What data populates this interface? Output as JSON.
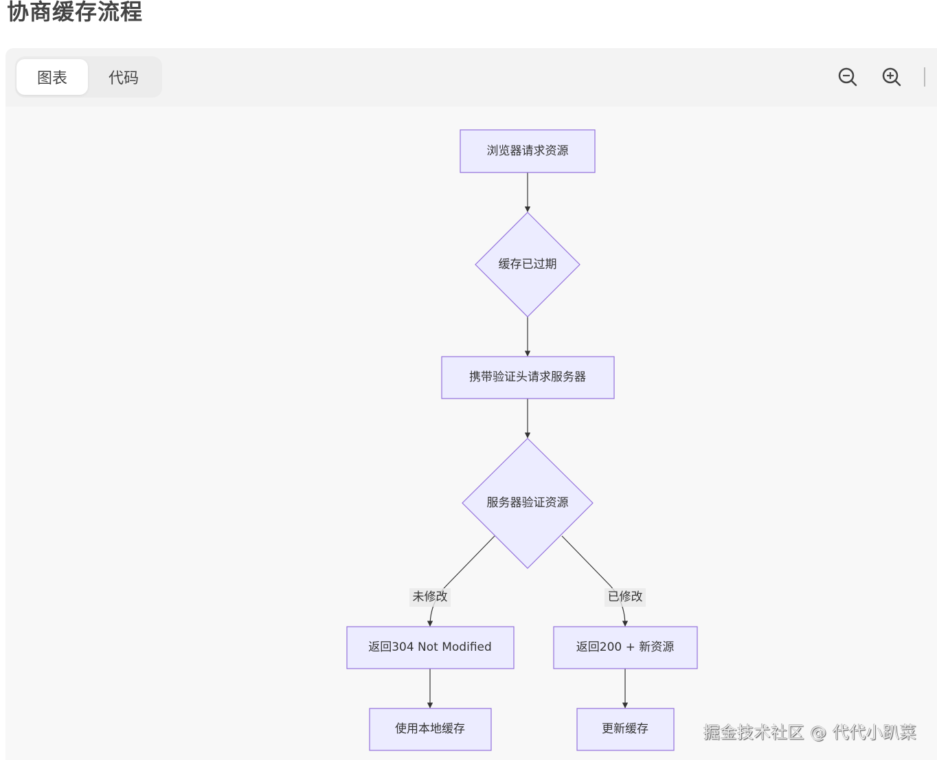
{
  "page_title": "协商缓存流程",
  "tabs": [
    {
      "label": "图表",
      "active": true
    },
    {
      "label": "代码",
      "active": false
    }
  ],
  "toolbar": {
    "zoom_out_icon": "zoom-out-icon",
    "zoom_in_icon": "zoom-in-icon"
  },
  "diagram": {
    "colors": {
      "node_fill": "#ECECFF",
      "node_stroke": "#9370DB",
      "edge": "#333333"
    },
    "nodes": {
      "browser_request": "浏览器请求资源",
      "cache_expired": "缓存已过期",
      "request_with_headers": "携带验证头请求服务器",
      "server_validate": "服务器验证资源",
      "return_304": "返回304 Not Modified",
      "return_200": "返回200 + 新资源",
      "use_local_cache": "使用本地缓存",
      "update_cache": "更新缓存"
    },
    "edge_labels": {
      "not_modified": "未修改",
      "modified": "已修改"
    }
  },
  "watermark": "掘金技术社区 @ 代代小趴菜"
}
